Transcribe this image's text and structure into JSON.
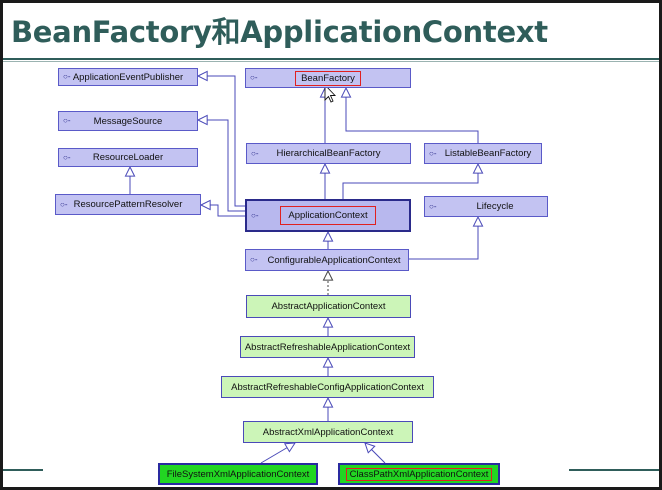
{
  "title": "BeanFactory和ApplicationContext",
  "interface_marker": "○-",
  "boxes": {
    "application_event_publisher": "ApplicationEventPublisher",
    "message_source": "MessageSource",
    "resource_loader": "ResourceLoader",
    "resource_pattern_resolver": "ResourcePatternResolver",
    "bean_factory": "BeanFactory",
    "hierarchical_bean_factory": "HierarchicalBeanFactory",
    "listable_bean_factory": "ListableBeanFactory",
    "application_context": "ApplicationContext",
    "lifecycle": "Lifecycle",
    "configurable_application_context": "ConfigurableApplicationContext",
    "abstract_application_context": "AbstractApplicationContext",
    "abstract_refreshable_application_context": "AbstractRefreshableApplicationContext",
    "abstract_refreshable_config_application_context": "AbstractRefreshableConfigApplicationContext",
    "abstract_xml_application_context": "AbstractXmlApplicationContext",
    "file_system_xml_application_context": "FileSystemXmlApplicationContext",
    "class_path_xml_application_context": "ClassPathXmlApplicationContext"
  },
  "colors": {
    "title": "#2f5d5a",
    "interface_fill": "#c3c3f2",
    "class_fill": "#ccf5b8",
    "concrete_fill": "#22d622",
    "line": "#4a4ab8",
    "highlight": "#e02020"
  }
}
